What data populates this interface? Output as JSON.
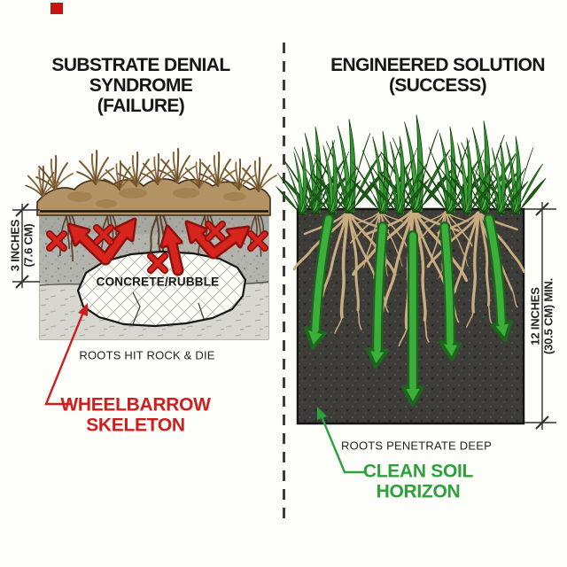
{
  "left_panel": {
    "title_line1": "SUBSTRATE DENIAL SYNDROME",
    "title_line2": "(FAILURE)",
    "dimension_line1": "3 INCHES",
    "dimension_line2": "(7.6 CM)",
    "rock_label": "CONCRETE/RUBBLE",
    "caption": "ROOTS HIT ROCK & DIE",
    "callout_line1": "WHEELBARROW",
    "callout_line2": "SKELETON"
  },
  "right_panel": {
    "title_line1": "ENGINEERED SOLUTION",
    "title_line2": "(SUCCESS)",
    "dimension_line1": "12 INCHES",
    "dimension_line2": "(30.5 CM) MIN.",
    "caption": "ROOTS PENETRATE DEEP",
    "callout_line1": "CLEAN SOIL",
    "callout_line2": "HORIZON"
  },
  "colors": {
    "failure_accent": "#ce1f1e",
    "success_accent": "#2ea03c",
    "ink": "#1f1f1f",
    "topsoil_gray": "#b4b4ae",
    "subsoil_gray": "#d7d7d0",
    "clean_soil_dark": "#3d3c38",
    "root_tan": "#c9ad80",
    "dead_turf_brown": "#b39263"
  }
}
